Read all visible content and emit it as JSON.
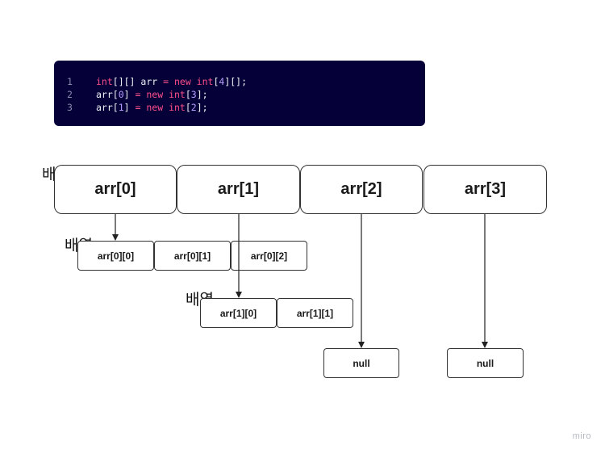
{
  "code": {
    "lines": [
      {
        "num": "1",
        "tokens": [
          [
            "t-kw",
            "int"
          ],
          [
            "t-pl",
            "[][] arr "
          ],
          [
            "t-kw",
            "="
          ],
          [
            "t-pl",
            " "
          ],
          [
            "t-kw",
            "new int"
          ],
          [
            "t-pl",
            "["
          ],
          [
            "t-num",
            "4"
          ],
          [
            "t-pl",
            "][];"
          ]
        ]
      },
      {
        "num": "2",
        "tokens": [
          [
            "t-pl",
            "arr["
          ],
          [
            "t-num",
            "0"
          ],
          [
            "t-pl",
            "] "
          ],
          [
            "t-kw",
            "="
          ],
          [
            "t-pl",
            " "
          ],
          [
            "t-kw",
            "new int"
          ],
          [
            "t-pl",
            "["
          ],
          [
            "t-num",
            "3"
          ],
          [
            "t-pl",
            "];"
          ]
        ]
      },
      {
        "num": "3",
        "tokens": [
          [
            "t-pl",
            "arr["
          ],
          [
            "t-num",
            "1"
          ],
          [
            "t-pl",
            "] "
          ],
          [
            "t-kw",
            "="
          ],
          [
            "t-pl",
            " "
          ],
          [
            "t-kw",
            "new int"
          ],
          [
            "t-pl",
            "["
          ],
          [
            "t-num",
            "2"
          ],
          [
            "t-pl",
            "];"
          ]
        ]
      }
    ]
  },
  "labels": {
    "outer_label": "배열",
    "inner0_label": "배열",
    "inner1_label": "배열"
  },
  "outer": [
    "arr[0]",
    "arr[1]",
    "arr[2]",
    "arr[3]"
  ],
  "inner0": [
    "arr[0][0]",
    "arr[0][1]",
    "arr[0][2]"
  ],
  "inner1": [
    "arr[1][0]",
    "arr[1][1]"
  ],
  "nulls": [
    "null",
    "null"
  ],
  "watermark": "miro"
}
